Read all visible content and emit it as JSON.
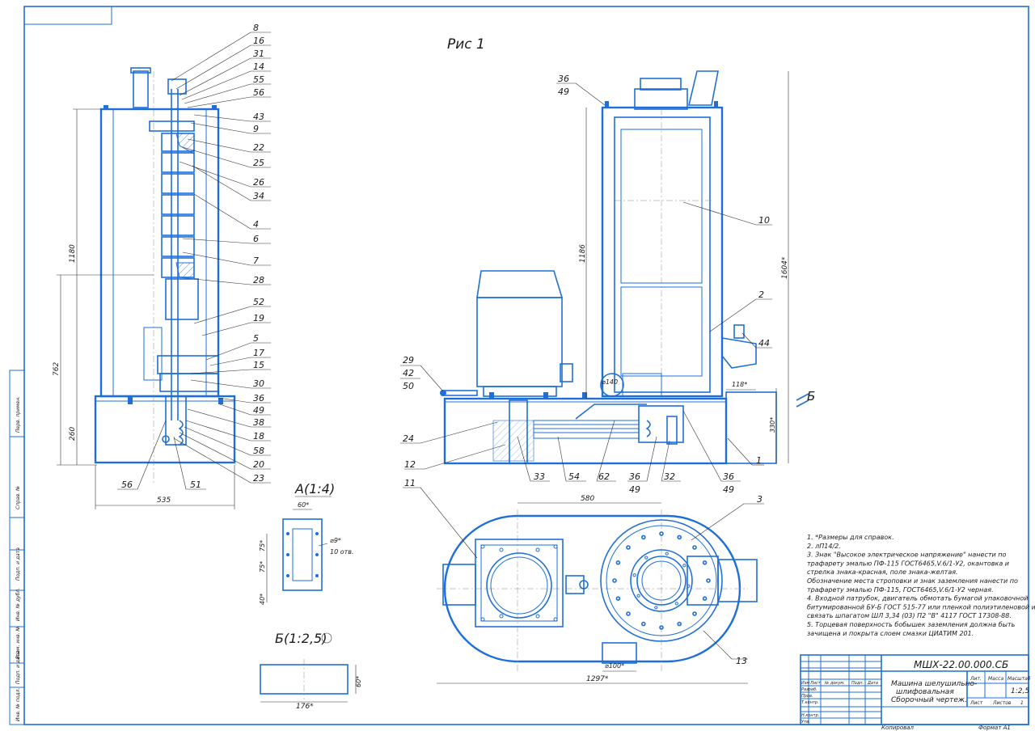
{
  "title_block": {
    "designation": "МШХ-22.00.000.СБ",
    "name_lines": [
      "Машина шелушильно-",
      "шлифовальная",
      "Сборочный чертеж."
    ],
    "scale": "1:2,5",
    "col_labels": [
      "Изм",
      "Лист",
      "№ докум.",
      "Подп.",
      "Дата"
    ],
    "role_labels": [
      "Разраб.",
      "Пров.",
      "Т.контр.",
      "Н.контр.",
      "Утв."
    ],
    "lit_label": "Лит.",
    "mass_label": "Масса",
    "scale_label": "Масштаб",
    "sheet_label": "Лист",
    "sheets_label": "Листов",
    "sheets_count": "1",
    "copied": "Копировал",
    "format": "Формат  А1"
  },
  "figure_title": "Рис 1",
  "side_stamp": [
    "Перв. примен.",
    "Справ. №",
    "Подп. и дата",
    "Инв. № дубл.",
    "Взам. инв. №",
    "Подп. и дата",
    "Инв. № подл."
  ],
  "view_a": {
    "title": "А(1:4)",
    "dims": [
      "60*",
      "75*",
      "75*",
      "40*",
      "⌀9*",
      "10 отв."
    ]
  },
  "view_b": {
    "title": "Б(1:2,5)",
    "dims": [
      "60*",
      "176*"
    ]
  },
  "view_b_arrow": "Б",
  "left_view": {
    "callouts": [
      "8",
      "16",
      "31",
      "14",
      "55",
      "56",
      "43",
      "9",
      "22",
      "25",
      "26",
      "34",
      "4",
      "6",
      "7",
      "28",
      "52",
      "19",
      "5",
      "17",
      "15",
      "30",
      "36",
      "49",
      "38",
      "18",
      "58",
      "20",
      "23"
    ],
    "bottom_callouts": [
      "56",
      "51"
    ],
    "dims": [
      "1180",
      "762",
      "260",
      "535"
    ]
  },
  "front_view": {
    "callouts_top": [
      "36",
      "49"
    ],
    "callouts_left": [
      "29",
      "42",
      "50"
    ],
    "callouts_right": [
      "10",
      "2",
      "44"
    ],
    "callouts_bottom": [
      "24",
      "12",
      "33",
      "54",
      "62",
      "36",
      "49",
      "32",
      "36",
      "49",
      "1"
    ],
    "dims": [
      "1186",
      "1604*",
      "118*",
      "330*",
      "⌀140"
    ]
  },
  "plan_view": {
    "callouts": [
      "11",
      "3",
      "13"
    ],
    "dims": [
      "580",
      "⌀100*",
      "1297*"
    ]
  },
  "notes": [
    "1. *Размеры для справок.",
    "2. лП14/2.",
    "3. Знак \"Высокое электрическое напряжение\" нанести по",
    "трафарету эмалью  ПФ-115  ГОСТ6465,V.6/1-У2, окантовка и",
    "стрелка знака-красная, поле знака-желтая.",
    "   Обозначение места строповки и знак заземления нанести по",
    "трафарету эмалью ПФ-115, ГОСТ6465,V.6/1-У2 черная.",
    "4. Входной патрубок, двигатель обмотать бумагой упаковочной",
    "битумированной БУ-Б ГОСТ 515-77 или пленкой полиэтиленовой и",
    "связать шпагатом ШЛ 3,34 (03) П2 \"В\" 4117  ГОСТ 17308-88.",
    "5. Торцевая поверхность бобышек заземления должна быть",
    "зачищена и покрыта слоем  смазки ЦИАТИМ 201."
  ]
}
